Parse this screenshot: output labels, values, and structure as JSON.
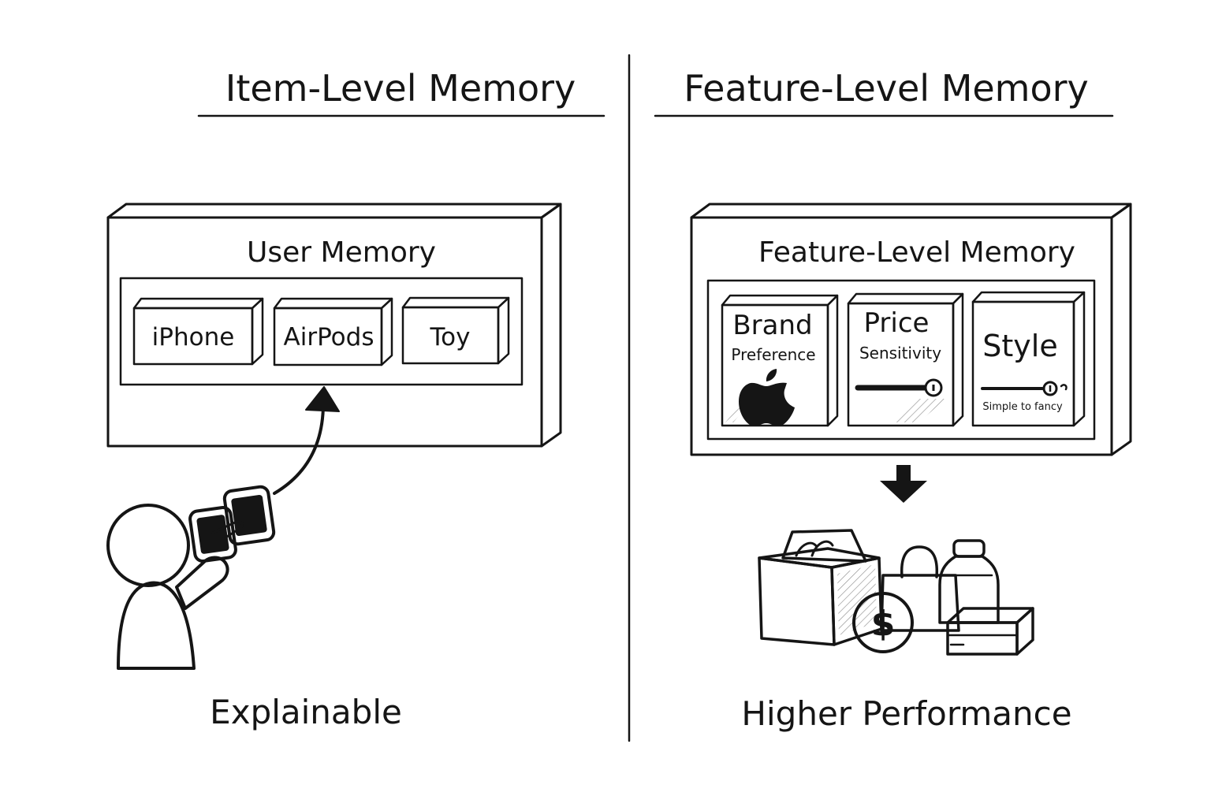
{
  "left_panel": {
    "title": "Item-Level Memory",
    "box_title": "User Memory",
    "items": [
      "iPhone",
      "AirPods",
      "Toy"
    ],
    "footer": "Explainable"
  },
  "right_panel": {
    "title": "Feature-Level Memory",
    "box_title": "Feature-Level Memory",
    "features": {
      "brand_line1": "Brand",
      "brand_line2": "Preference",
      "price_line1": "Price",
      "price_line2": "Sensitivity",
      "style_line1": "Style",
      "style_caption": "Simple to fancy"
    },
    "currency_symbol": "$",
    "footer": "Higher Performance"
  },
  "colors": {
    "ink": "#151515",
    "background": "#ffffff"
  }
}
